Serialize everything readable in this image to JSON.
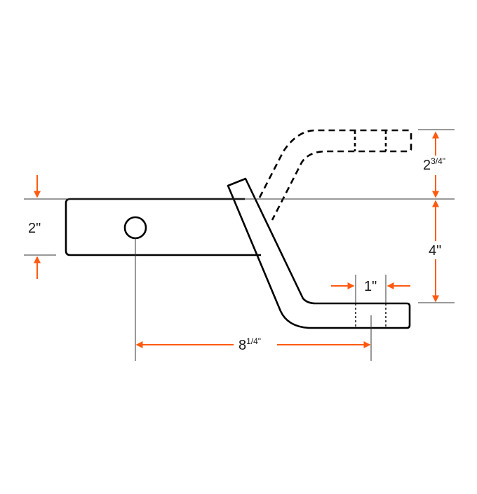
{
  "diagram": {
    "dimensions": {
      "shank_height": {
        "main": "2\""
      },
      "rise_drop": {
        "main": "2",
        "sup": "3/4\""
      },
      "drop": {
        "main": "4\""
      },
      "hole_size": {
        "main": "1\""
      },
      "length": {
        "main": "8",
        "sup": "1/4\""
      }
    }
  },
  "colors": {
    "outline": "#000000",
    "dimension_arrow": "#ff5a10",
    "extension_line": "#333333"
  }
}
